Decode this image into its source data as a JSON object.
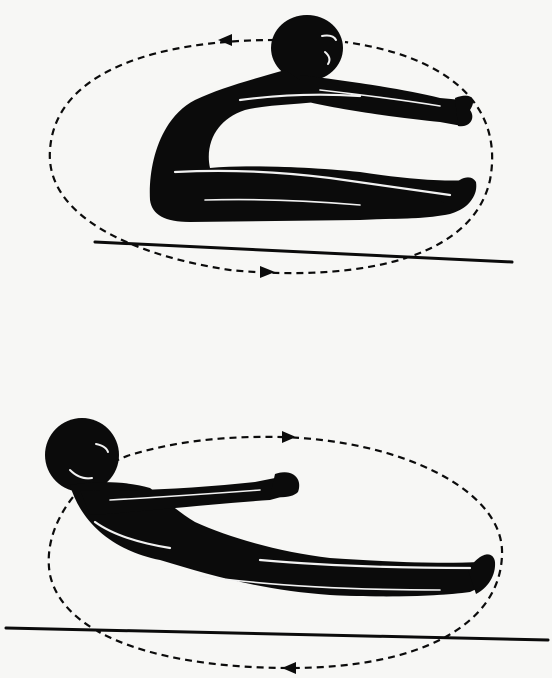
{
  "figure": {
    "panels": [
      {
        "pose": "seated-fold",
        "motion_direction": "counterclockwise"
      },
      {
        "pose": "v-sit-rocking",
        "motion_direction": "clockwise"
      }
    ],
    "colors": {
      "ink": "#0b0b0b",
      "paper": "#f7f7f5",
      "highlight": "#f2f2f2"
    }
  }
}
